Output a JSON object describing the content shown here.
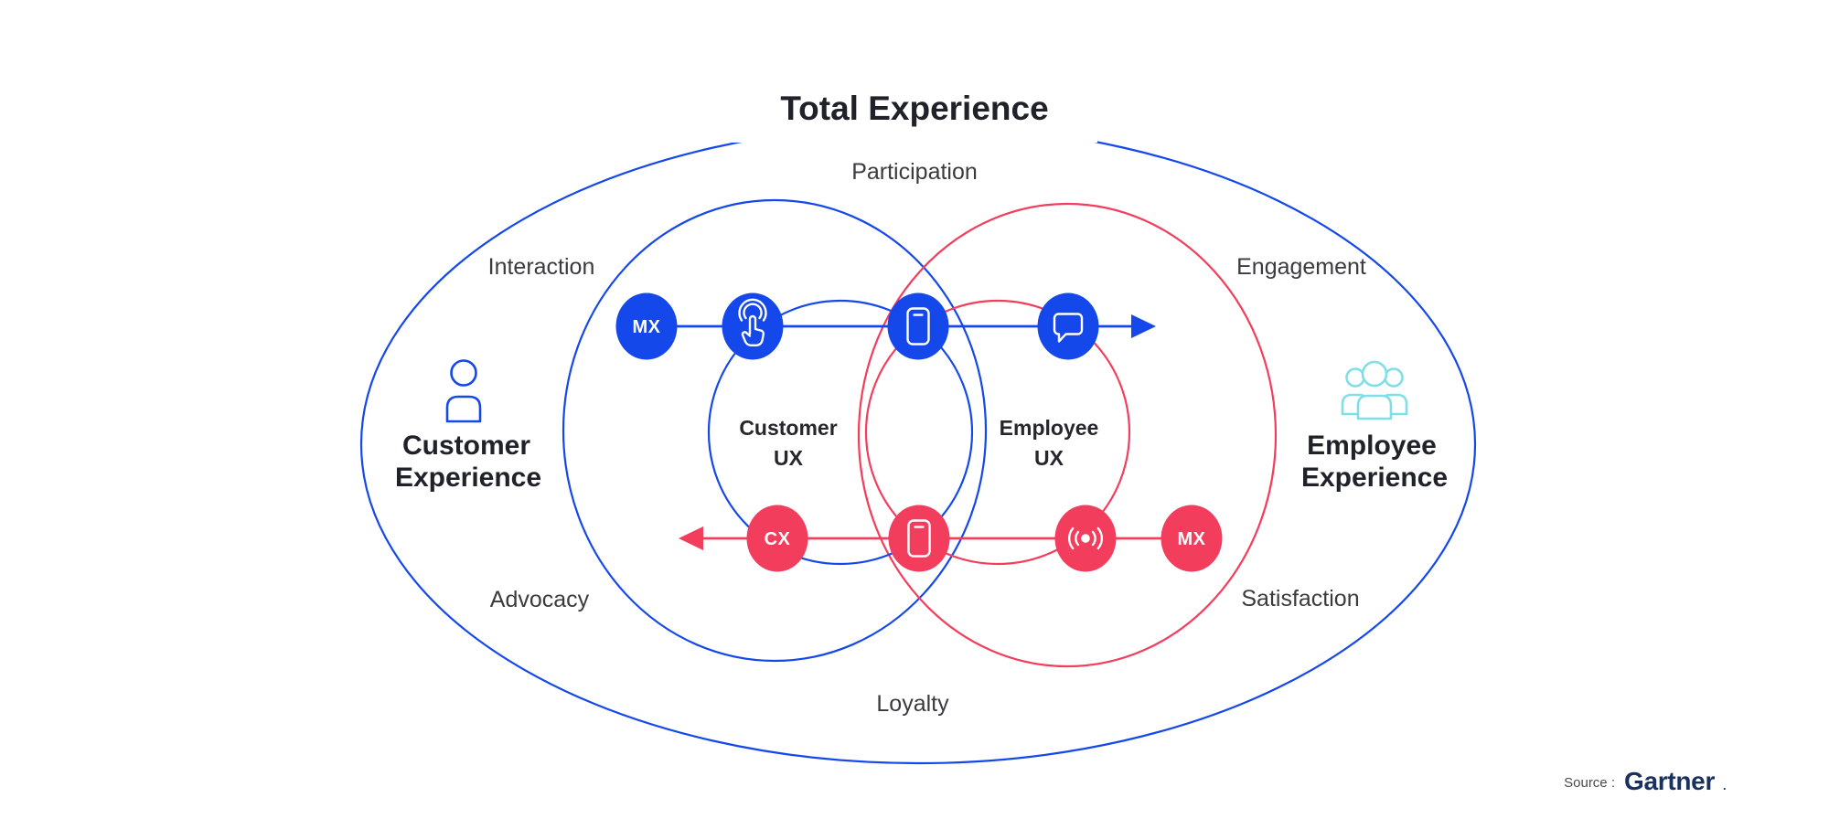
{
  "title": "Total Experience",
  "labels": {
    "participation": "Participation",
    "interaction": "Interaction",
    "engagement": "Engagement",
    "advocacy": "Advocacy",
    "satisfaction": "Satisfaction",
    "loyalty": "Loyalty"
  },
  "regions": {
    "customer_experience": {
      "line1": "Customer",
      "line2": "Experience"
    },
    "employee_experience": {
      "line1": "Employee",
      "line2": "Experience"
    },
    "customer_ux": {
      "line1": "Customer",
      "line2": "UX"
    },
    "employee_ux": {
      "line1": "Employee",
      "line2": "UX"
    }
  },
  "badges": {
    "mx_customer": "MX",
    "cx": "CX",
    "mx_employee": "MX"
  },
  "source": {
    "label": "Source :",
    "brand": "Gartner",
    "mark": "."
  },
  "icons": {
    "customer_side": "person-icon",
    "employee_side": "people-group-icon",
    "customer_journey": [
      "mx-badge",
      "touch-icon",
      "smartphone-icon",
      "chat-bubble-icon",
      "arrow-right-icon"
    ],
    "employee_journey": [
      "arrow-left-icon",
      "cx-badge",
      "smartphone-icon",
      "broadcast-icon",
      "mx-badge"
    ]
  },
  "colors": {
    "blue": "#1448EB",
    "red": "#F33D5D",
    "teal": "#7FDFE7",
    "ink": "#212229",
    "gray": "#3B3B3F",
    "navy": "#1A3160"
  }
}
